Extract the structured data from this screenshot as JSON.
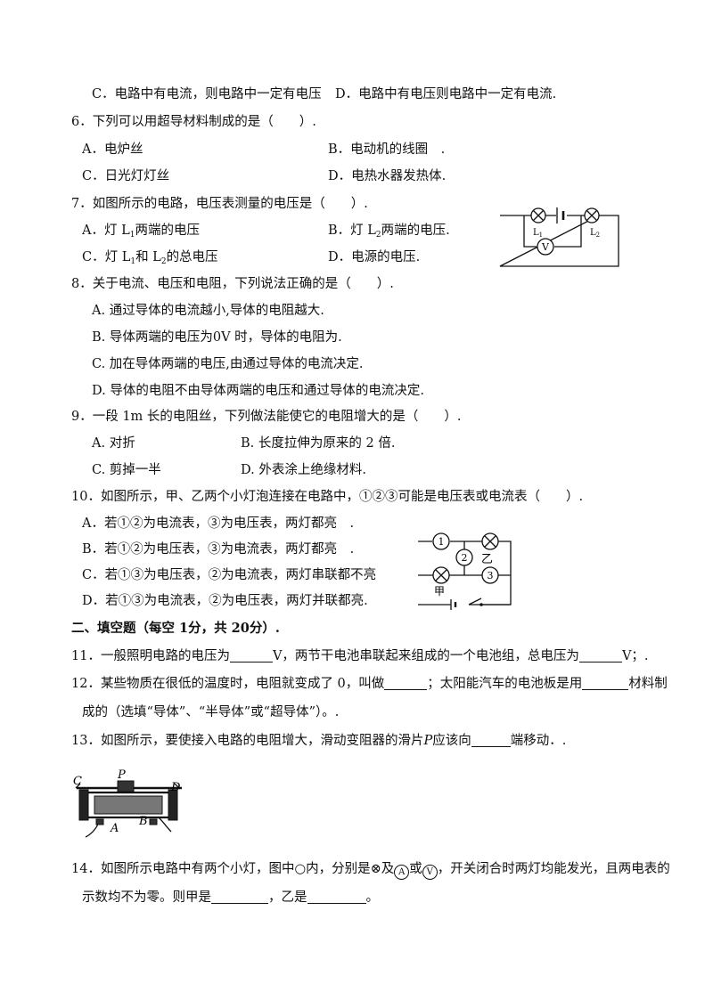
{
  "q5": {
    "optC": "C．电路中有电流，则电路中一定有电压",
    "optD": "D．电路中有电压则电路中一定有电流."
  },
  "q6": {
    "stem": "6．下列可以用超导材料制成的是（　　）.",
    "optA": "A．电炉丝",
    "optB": "B．电动机的线圈　.",
    "optC": "C．日光灯灯丝",
    "optD": "D．电热水器发热体."
  },
  "q7": {
    "stem": "7．如图所示的电路，电压表测量的电压是（　　）.",
    "optA_pre": "A．灯 L",
    "optA_sub": "1",
    "optA_post": "两端的电压",
    "optB_pre": "B．灯 L",
    "optB_sub": "2",
    "optB_post": "两端的电压.",
    "optC_pre": "C．灯 L",
    "optC_sub1": "1",
    "optC_mid": "和 L",
    "optC_sub2": "2",
    "optC_post": "的总电压",
    "optD": "D．电源的电压.",
    "fig": {
      "l1": "L",
      "l1_sub": "1",
      "l2": "L",
      "l2_sub": "2",
      "meter": "V"
    }
  },
  "q8": {
    "stem": "8．关于电流、电压和电阻，下列说法正确的是（　　）.",
    "optA": "A. 通过导体的电流越小,导体的电阻越大.",
    "optB": "B. 导体两端的电压为0V 时，导体的电阻为.",
    "optC": "C. 加在导体两端的电压,由通过导体的电流决定.",
    "optD": "D. 导体的电阻不由导体两端的电压和通过导体的电流决定."
  },
  "q9": {
    "stem": "9．一段 1m 长的电阻丝，下列做法能使它的电阻增大的是（　　）.",
    "optA": "A. 对折",
    "optB": "B. 长度拉伸为原来的 2 倍.",
    "optC": "C. 剪掉一半",
    "optD": "D. 外表涂上绝缘材料."
  },
  "q10": {
    "stem": "10．如图所示，甲、乙两个小灯泡连接在电路中，①②③可能是电压表或电流表（　　）.",
    "optA": "A．若①②为电流表，③为电压表，两灯都亮　.",
    "optB": "B．若①②为电压表，③为电流表，两灯都亮　.",
    "optC": "C．若①③为电压表，②为电流表，两灯串联都不亮",
    "optD": "D．若①③为电流表，②为电压表，两灯并联都亮.",
    "fig": {
      "m1": "1",
      "m2": "2",
      "m3": "3",
      "lampA": "甲",
      "lampB": "乙"
    }
  },
  "section2": {
    "title": "二、填空题（每空 1分，共 20分）."
  },
  "q11": {
    "pre": "11．一般照明电路的电压为",
    "mid": "V，两节干电池串联起来组成的一个电池组，总电压为",
    "post": "V；."
  },
  "q12": {
    "pre": "12．某些物质在很低的温度时，电阻就变成了 0，叫做",
    "mid": "；太阳能汽车的电池板是用",
    "post": "材料制",
    "line2": "成的（选填“导体”、“半导体”或“超导体”）。."
  },
  "q13": {
    "pre": "13．如图所示，要使接入电路的电阻增大，滑动变阻器的滑片",
    "var": "P",
    "mid": "应该向",
    "post": "端移动．.",
    "fig": {
      "c": "C",
      "p": "P",
      "d": "D",
      "a": "A",
      "b": "B"
    }
  },
  "q14": {
    "pre": "14．如图所示电路中有两个小灯，图中○内，分别是⊗及",
    "ammeter": "A",
    "or": "或",
    "voltmeter": "V",
    "post": "，开关闭合时两灯均能发光，且两电表的",
    "line2_pre": "示数均不为零。则甲是",
    "line2_mid": "，乙是",
    "line2_post": "。"
  }
}
